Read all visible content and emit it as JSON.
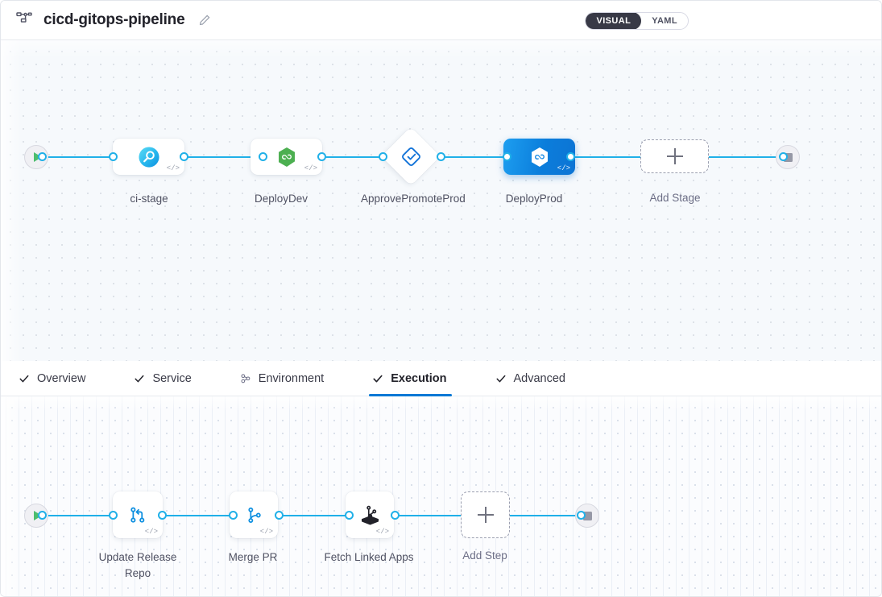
{
  "header": {
    "pipeline_icon": "pipeline-icon",
    "title": "cicd-gitops-pipeline",
    "edit_icon": "pencil-icon",
    "view_toggle": {
      "visual_label": "VISUAL",
      "yaml_label": "YAML",
      "selected": "VISUAL"
    }
  },
  "colors": {
    "edge": "#20b0e8",
    "accent": "#0278d5",
    "selected_node": "#0b7ddb",
    "start_play": "#4dbd6e",
    "stop_square": "#9698a6",
    "argocd_green": "#4caf50"
  },
  "stage_graph": {
    "start_icon": "play-icon",
    "end_icon": "stop-icon",
    "code_badge": "</>",
    "stages": [
      {
        "name": "ci-stage",
        "icon": "ci-build-icon",
        "selected": false,
        "shape": "rounded-rect"
      },
      {
        "name": "DeployDev",
        "icon": "argocd-hexagon-icon",
        "selected": false,
        "shape": "rounded-rect"
      },
      {
        "name": "ApprovePromoteProd",
        "icon": "approval-diamond-icon",
        "selected": false,
        "shape": "diamond"
      },
      {
        "name": "DeployProd",
        "icon": "argocd-hexagon-icon",
        "selected": true,
        "shape": "rounded-rect"
      }
    ],
    "add_stage_label": "Add Stage",
    "add_icon": "plus-icon"
  },
  "tabs": [
    {
      "label": "Overview",
      "icon": "check-icon",
      "active": false
    },
    {
      "label": "Service",
      "icon": "check-icon",
      "active": false
    },
    {
      "label": "Environment",
      "icon": "infrastructure-icon",
      "active": false
    },
    {
      "label": "Execution",
      "icon": "check-icon",
      "active": true
    },
    {
      "label": "Advanced",
      "icon": "check-icon",
      "active": false
    }
  ],
  "step_graph": {
    "start_icon": "play-icon",
    "end_icon": "stop-icon",
    "code_badge": "</>",
    "steps": [
      {
        "name": "Update Release Repo",
        "icon": "git-update-release-repo-icon"
      },
      {
        "name": "Merge PR",
        "icon": "git-merge-pr-icon"
      },
      {
        "name": "Fetch Linked Apps",
        "icon": "gitops-fetch-linked-apps-icon"
      }
    ],
    "add_step_label": "Add Step",
    "add_icon": "plus-icon"
  }
}
